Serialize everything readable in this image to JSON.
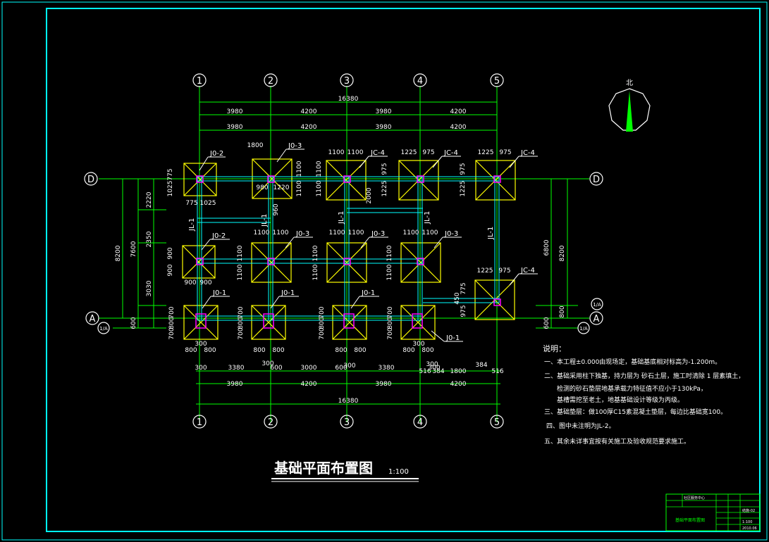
{
  "title": "基础平面布置图",
  "scale": "1:100",
  "north_label": "北",
  "colors": {
    "frame": "#00ffff",
    "axis": "#00ff00",
    "footing": "#ffff00",
    "beam": "#00ffff",
    "column": "#ff00ff",
    "text": "#ffffff"
  },
  "grid": {
    "columns": [
      "1",
      "2",
      "3",
      "4",
      "5"
    ],
    "rows": [
      "D",
      "A"
    ],
    "row_a_sub": "1/A"
  },
  "dims": {
    "overall": "16380",
    "spans": [
      "3980",
      "4200",
      "3980",
      "4200"
    ],
    "left_outer": "8200",
    "left_inner": "7600",
    "left_segments": [
      "2220",
      "2350",
      "3030",
      "600"
    ],
    "right_inner": "6800",
    "right_outer": "8200",
    "right_segments": [
      "800",
      "600"
    ],
    "top_1800": "1800",
    "d_row": {
      "jo2": [
        "775",
        "1025",
        "775",
        "1025"
      ],
      "jo3": [
        "980",
        "1220",
        "1100",
        "1100",
        "960"
      ],
      "jc4a": [
        "1100",
        "1100",
        "975",
        "1225",
        "2000"
      ],
      "jc4b": [
        "1225",
        "975",
        "975",
        "1225"
      ],
      "jc4c": [
        "1225",
        "975",
        "975",
        "1225"
      ]
    },
    "mid_row": {
      "jo2": [
        "900",
        "900",
        "900",
        "900"
      ],
      "jo3": [
        "1100",
        "1100",
        "1100",
        "1100"
      ]
    },
    "a_row": {
      "jo1": [
        "700",
        "800",
        "700",
        "800",
        "300"
      ],
      "jc4": [
        "1225",
        "975",
        "775",
        "975",
        "450"
      ]
    },
    "bottom_row1": [
      "300",
      "3380",
      "600",
      "3000",
      "600",
      "3380",
      "516",
      "384",
      "1800",
      "384",
      "516"
    ],
    "bottom_300s": [
      "300",
      "300",
      "300",
      "300"
    ],
    "bottom_spans": [
      "3980",
      "4200",
      "3980",
      "4200"
    ],
    "bottom_overall": "16380"
  },
  "labels": {
    "jo2": "J0-2",
    "jo3": "J0-3",
    "jo1": "J0-1",
    "jc4": "JC-4",
    "jl1": "JL-1"
  },
  "notes": {
    "heading": "说明：",
    "items": [
      "一、本工程±0.000由现场定，基础基底相对标高为-1.200m。",
      "二、基础采用柱下独基，持力层为 砂石土层，施工时清除 1 层素填土，",
      "检测的砂石垫层地基承载力特征值不应小于130kPa，",
      "基槽需挖至老土，地基基础设计等级为丙级。",
      "三、基础垫层：做100厚C15素混凝土垫层，每边比基础宽100。",
      "四、图中未注明为JL-2。",
      "五、其余未详事宜按有关施工及验收规范要求施工。"
    ]
  },
  "title_block": {
    "drawing_name": "基础平面布置图",
    "project": "社区服务中心",
    "code": "结施-02",
    "scale": "1:100",
    "date": "2010.06"
  }
}
